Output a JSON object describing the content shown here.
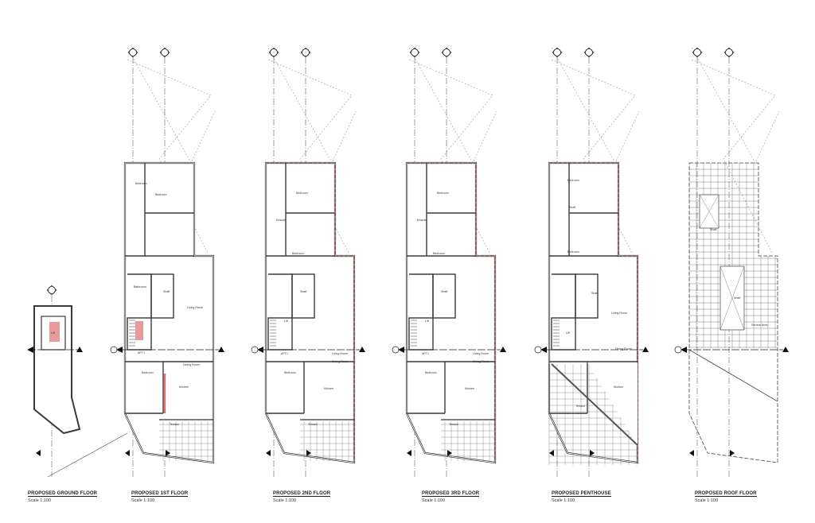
{
  "colors": {
    "wall": "#3a3a3a",
    "site_boundary": "#d9534f",
    "shaft_hatch": "#e07070",
    "projection": "#9a9a9a"
  },
  "sheets": [
    {
      "id": "ground",
      "title": "PROPOSED GROUND FLOOR",
      "scale": "Scale 1:100",
      "rooms": [
        "Lift"
      ]
    },
    {
      "id": "first",
      "title": "PROPOSED 1ST FLOOR",
      "scale": "Scale 1:100",
      "rooms": [
        "Bedroom",
        "Bedroom",
        "Bathroom",
        "Shaft",
        "Living Room",
        "APT1",
        "Dining Room",
        "Bedroom",
        "Kitchen",
        "Terrace"
      ]
    },
    {
      "id": "second",
      "title": "PROPOSED 2ND FLOOR",
      "scale": "Scale 1:100",
      "rooms": [
        "Bedroom",
        "Ensuite",
        "Bedroom",
        "Shaft",
        "Lift",
        "APT1",
        "Living Room",
        "Dining Room",
        "Bedroom",
        "Kitchen",
        "Terrace"
      ]
    },
    {
      "id": "third",
      "title": "PROPOSED 3RD FLOOR",
      "scale": "Scale 1:100",
      "rooms": [
        "Bedroom",
        "Ensuite",
        "Bedroom",
        "Shaft",
        "Lift",
        "APT1",
        "Living Room",
        "Dining Room",
        "Bedroom",
        "Kitchen",
        "Terrace"
      ]
    },
    {
      "id": "penthouse",
      "title": "PROPOSED PENTHOUSE",
      "scale": "Scale 1:100",
      "rooms": [
        "Bedroom",
        "Shaft",
        "Bedroom",
        "Shaft",
        "Living Room",
        "Dining Room",
        "Kitchen",
        "Terrace",
        "Lift"
      ]
    },
    {
      "id": "roof",
      "title": "PROPOSED ROOF FLOOR",
      "scale": "Scale 1:100",
      "rooms": [
        "Shaft",
        "Shaft",
        "Service Area"
      ]
    }
  ]
}
